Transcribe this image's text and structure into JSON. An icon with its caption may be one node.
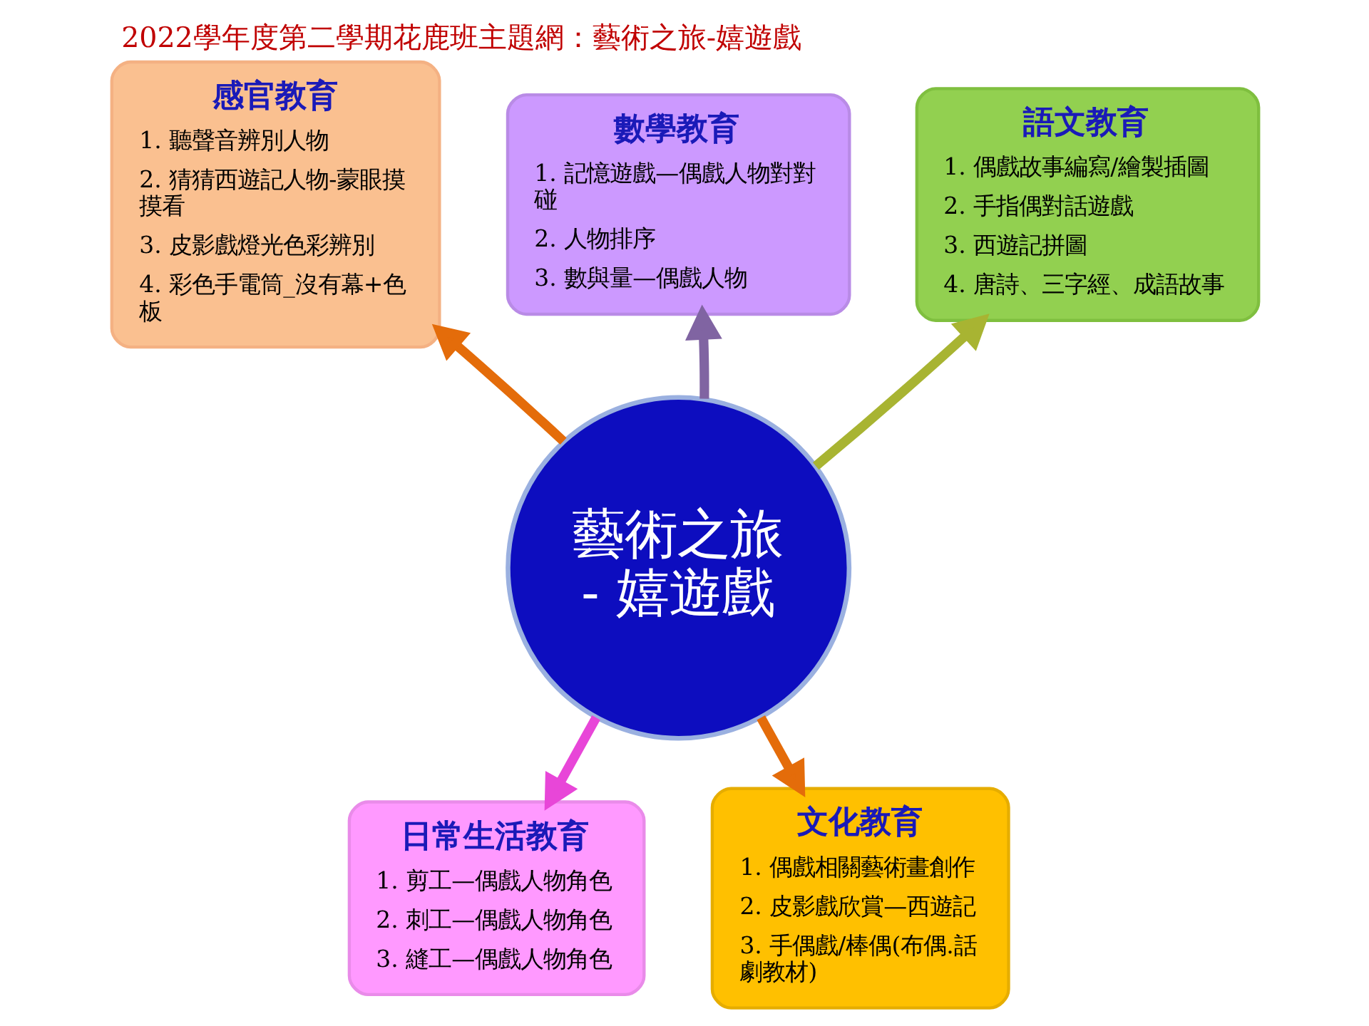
{
  "diagram": {
    "title": "2022學年度第二學期花鹿班主題網：藝術之旅-嬉遊戲",
    "nodes": [
      {
        "text": [
          "感官教育",
          "1. 聽聲音辨別人物",
          "2. 猜猜西遊記人物-蒙眼摸摸看",
          "3. 皮影戲燈光色彩辨別",
          "4. 彩色手電筒_沒有幕+色板"
        ]
      },
      {
        "text": [
          "數學教育",
          "1. 記憶遊戲—偶戲人物對對碰",
          "2. 人物排序",
          "3. 數與量—偶戲人物"
        ]
      },
      {
        "text": [
          "語文教育",
          "1. 偶戲故事編寫/繪製插圖",
          "2. 手指偶對話遊戲",
          "3. 西遊記拼圖",
          "4. 唐詩、三字經、成語故事"
        ]
      },
      {
        "text": [
          "藝術之旅 - 嬉遊戲"
        ]
      },
      {
        "text": [
          "日常生活教育",
          "1. 剪工—偶戲人物角色",
          "2. 刺工—偶戲人物角色",
          "3. 縫工—偶戲人物角色"
        ]
      },
      {
        "text": [
          "文化教育",
          "1. 偶戲相關藝術畫創作",
          "2. 皮影戲欣賞—西遊記",
          "3. 手偶戲/棒偶(布偶.話劇教材)"
        ]
      }
    ],
    "edges": [
      {
        "from": 3,
        "to": 0,
        "arrow": "to",
        "color": "#e46c0a"
      },
      {
        "from": 3,
        "to": 1,
        "arrow": "to",
        "color": "#8064a2"
      },
      {
        "from": 3,
        "to": 2,
        "arrow": "to",
        "color": "#a8b432"
      },
      {
        "from": 3,
        "to": 4,
        "arrow": "to",
        "color": "#e846d8"
      },
      {
        "from": 3,
        "to": 5,
        "arrow": "to",
        "color": "#e46c0a"
      }
    ]
  }
}
